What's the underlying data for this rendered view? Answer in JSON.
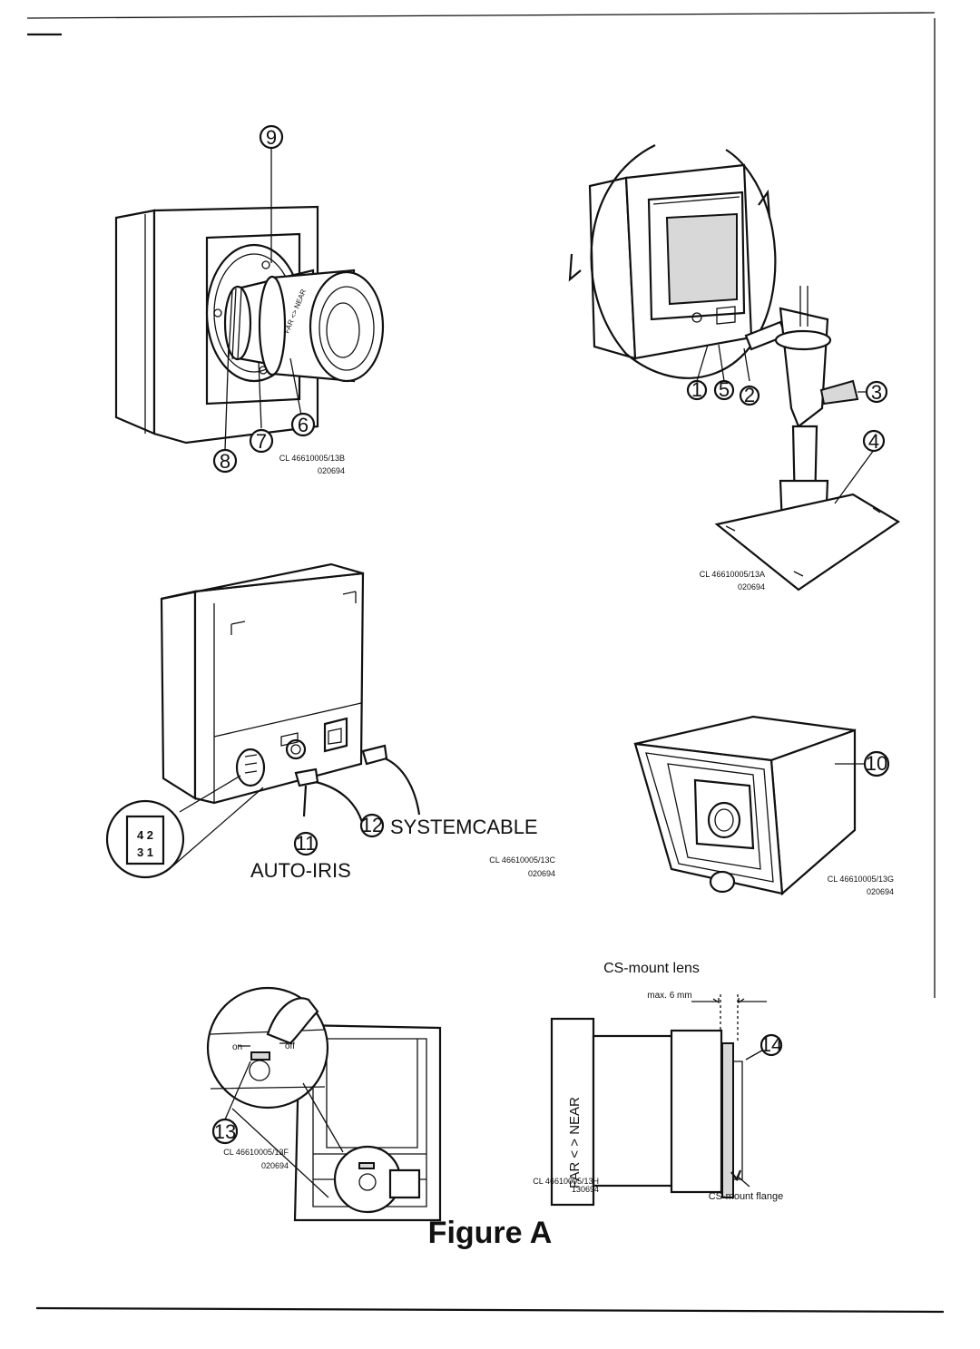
{
  "callouts": [
    "1",
    "2",
    "3",
    "4",
    "5",
    "6",
    "7",
    "8",
    "9",
    "10",
    "11",
    "12",
    "13",
    "14"
  ],
  "refs": {
    "lens_view": [
      "CL 46610005/13B",
      "020694"
    ],
    "bracket": [
      "CL 46610005/13A",
      "020694"
    ],
    "rear": [
      "CL 46610005/13C",
      "020694"
    ],
    "housing": [
      "CL 46610005/13G",
      "020694"
    ],
    "switch": [
      "CL 46610005/13F",
      "020694"
    ],
    "cs_mount": [
      "CL 46610005/13H",
      "130694"
    ]
  },
  "labels": {
    "far_near_small": "FAR <> NEAR",
    "system_cable": "SYSTEMCABLE",
    "auto_iris": "AUTO-IRIS",
    "pins_top": "4 2",
    "pins_bottom": "3 1",
    "cs_title": "CS-mount lens",
    "max_dim": "max. 6 mm",
    "far_near_lens": "FAR < > NEAR",
    "cs_flange": "CS-mount flange",
    "switch_on": "on",
    "switch_off": "off"
  },
  "figure_title": "Figure A"
}
